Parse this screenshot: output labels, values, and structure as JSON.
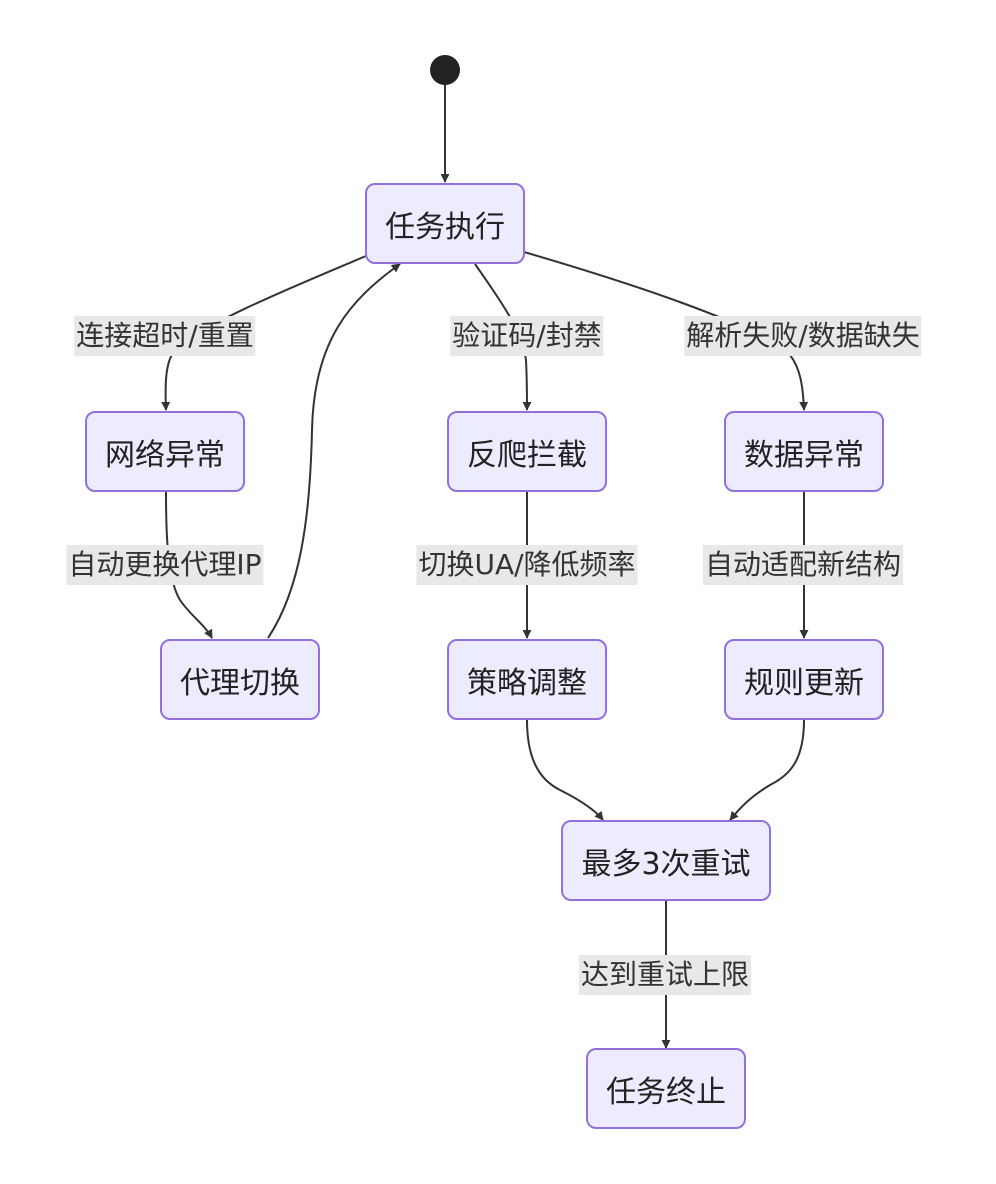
{
  "colors": {
    "node_fill": "#ececfe",
    "node_border": "#9370db",
    "edge": "#333333",
    "label_bg": "#e8e8e8",
    "start_dot": "#222222"
  },
  "nodes": {
    "task_exec": "任务执行",
    "net_error": "网络异常",
    "anti_crawl": "反爬拦截",
    "data_error": "数据异常",
    "proxy_switch": "代理切换",
    "strategy_adjust": "策略调整",
    "rule_update": "规则更新",
    "retry": "最多3次重试",
    "task_end": "任务终止"
  },
  "edge_labels": {
    "timeout_reset": "连接超时/重置",
    "captcha_ban": "验证码/封禁",
    "parse_fail": "解析失败/数据缺失",
    "auto_proxy": "自动更换代理IP",
    "switch_ua": "切换UA/降低频率",
    "auto_adapt": "自动适配新结构",
    "retry_limit": "达到重试上限"
  }
}
